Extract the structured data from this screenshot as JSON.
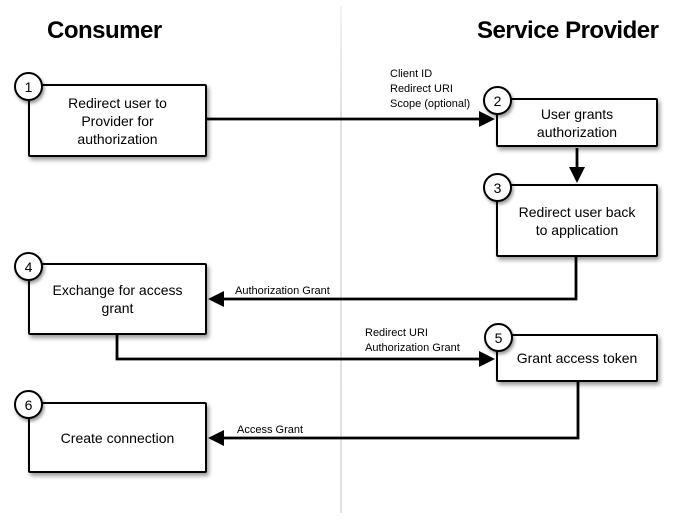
{
  "diagram": {
    "left_heading": "Consumer",
    "right_heading": "Service Provider",
    "steps": [
      {
        "num": "1",
        "lines": [
          "Redirect user to",
          "Provider for",
          "authorization"
        ]
      },
      {
        "num": "2",
        "lines": [
          "User grants",
          "authorization"
        ]
      },
      {
        "num": "3",
        "lines": [
          "Redirect user back",
          "to application"
        ]
      },
      {
        "num": "4",
        "lines": [
          "Exchange for access",
          "grant"
        ]
      },
      {
        "num": "5",
        "lines": [
          "Grant access token"
        ]
      },
      {
        "num": "6",
        "lines": [
          "Create connection"
        ]
      }
    ],
    "arrow_labels": [
      {
        "lines": [
          "Client ID",
          "Redirect URI",
          "Scope (optional)"
        ]
      },
      {
        "lines": [
          "Authorization Grant"
        ]
      },
      {
        "lines": [
          "Redirect URI",
          "Authorization Grant"
        ]
      },
      {
        "lines": [
          "Access Grant"
        ]
      }
    ],
    "colors": {
      "background": "#ffffff",
      "box_fill": "#ffffff",
      "box_border": "#000000",
      "arrow": "#000000",
      "divider": "#e2e2e2"
    }
  }
}
